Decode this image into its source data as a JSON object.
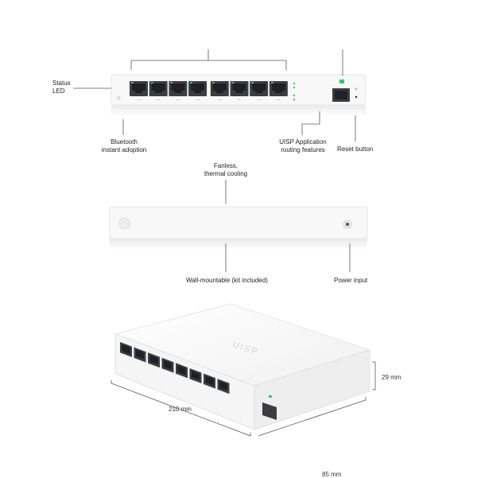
{
  "front_view": {
    "callouts": {
      "status_led": "Status\nLED",
      "bluetooth": "Bluetooth\ninstant adoption",
      "uisp_app": "UISP Application\nrouting features",
      "reset_button": "Reset button"
    },
    "port_count": 8
  },
  "rear_view": {
    "callouts": {
      "cooling": "Fanless,\nthermal cooling",
      "wall_mount": "Wall-mountable (kit included)",
      "power_input": "Power input"
    }
  },
  "iso_view": {
    "brand": "UISP",
    "dimensions": {
      "height": "29 mm",
      "width": "210 mm",
      "depth": "85 mm"
    }
  },
  "colors": {
    "body": "#f7f7f7",
    "body_edge": "#e2e2e2",
    "port": "#3a3d42",
    "led_green": "#3ec46d",
    "line": "#555555"
  }
}
